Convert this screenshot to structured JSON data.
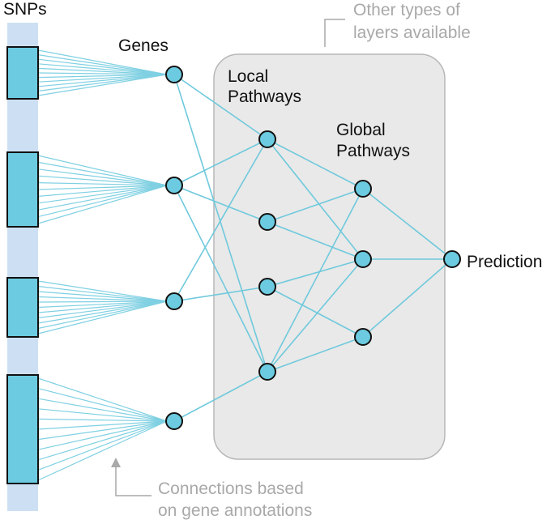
{
  "labels": {
    "snps": "SNPs",
    "genes": "Genes",
    "local_pathways": [
      "Local",
      "Pathways"
    ],
    "global_pathways": [
      "Global",
      "Pathways"
    ],
    "prediction": "Prediction",
    "other_layers": [
      "Other types of",
      "layers available"
    ],
    "connections_note": [
      "Connections based",
      "on gene annotations"
    ]
  },
  "colors": {
    "node_fill": "#6ccbe0",
    "node_stroke": "#111111",
    "edge": "#6fc9dc",
    "snp_edge": "#7fd0e2",
    "strip": "#cde0f3",
    "panel_fill": "#e9e9e9",
    "panel_stroke": "#b7b7b7",
    "annotation": "#a9a9a9"
  },
  "graph": {
    "snp_blocks": 4,
    "genes": 4,
    "local_pathways": 4,
    "global_pathways": 3,
    "outputs": 1,
    "gene_to_local": [
      [
        0,
        0
      ],
      [
        0,
        3
      ],
      [
        1,
        0
      ],
      [
        1,
        1
      ],
      [
        1,
        3
      ],
      [
        2,
        2
      ],
      [
        2,
        0
      ],
      [
        3,
        3
      ]
    ],
    "local_to_global": [
      [
        0,
        0
      ],
      [
        0,
        1
      ],
      [
        1,
        0
      ],
      [
        1,
        1
      ],
      [
        2,
        1
      ],
      [
        2,
        2
      ],
      [
        3,
        0
      ],
      [
        3,
        1
      ],
      [
        3,
        2
      ]
    ],
    "global_to_output": [
      [
        0,
        0
      ],
      [
        1,
        0
      ],
      [
        2,
        0
      ]
    ]
  }
}
